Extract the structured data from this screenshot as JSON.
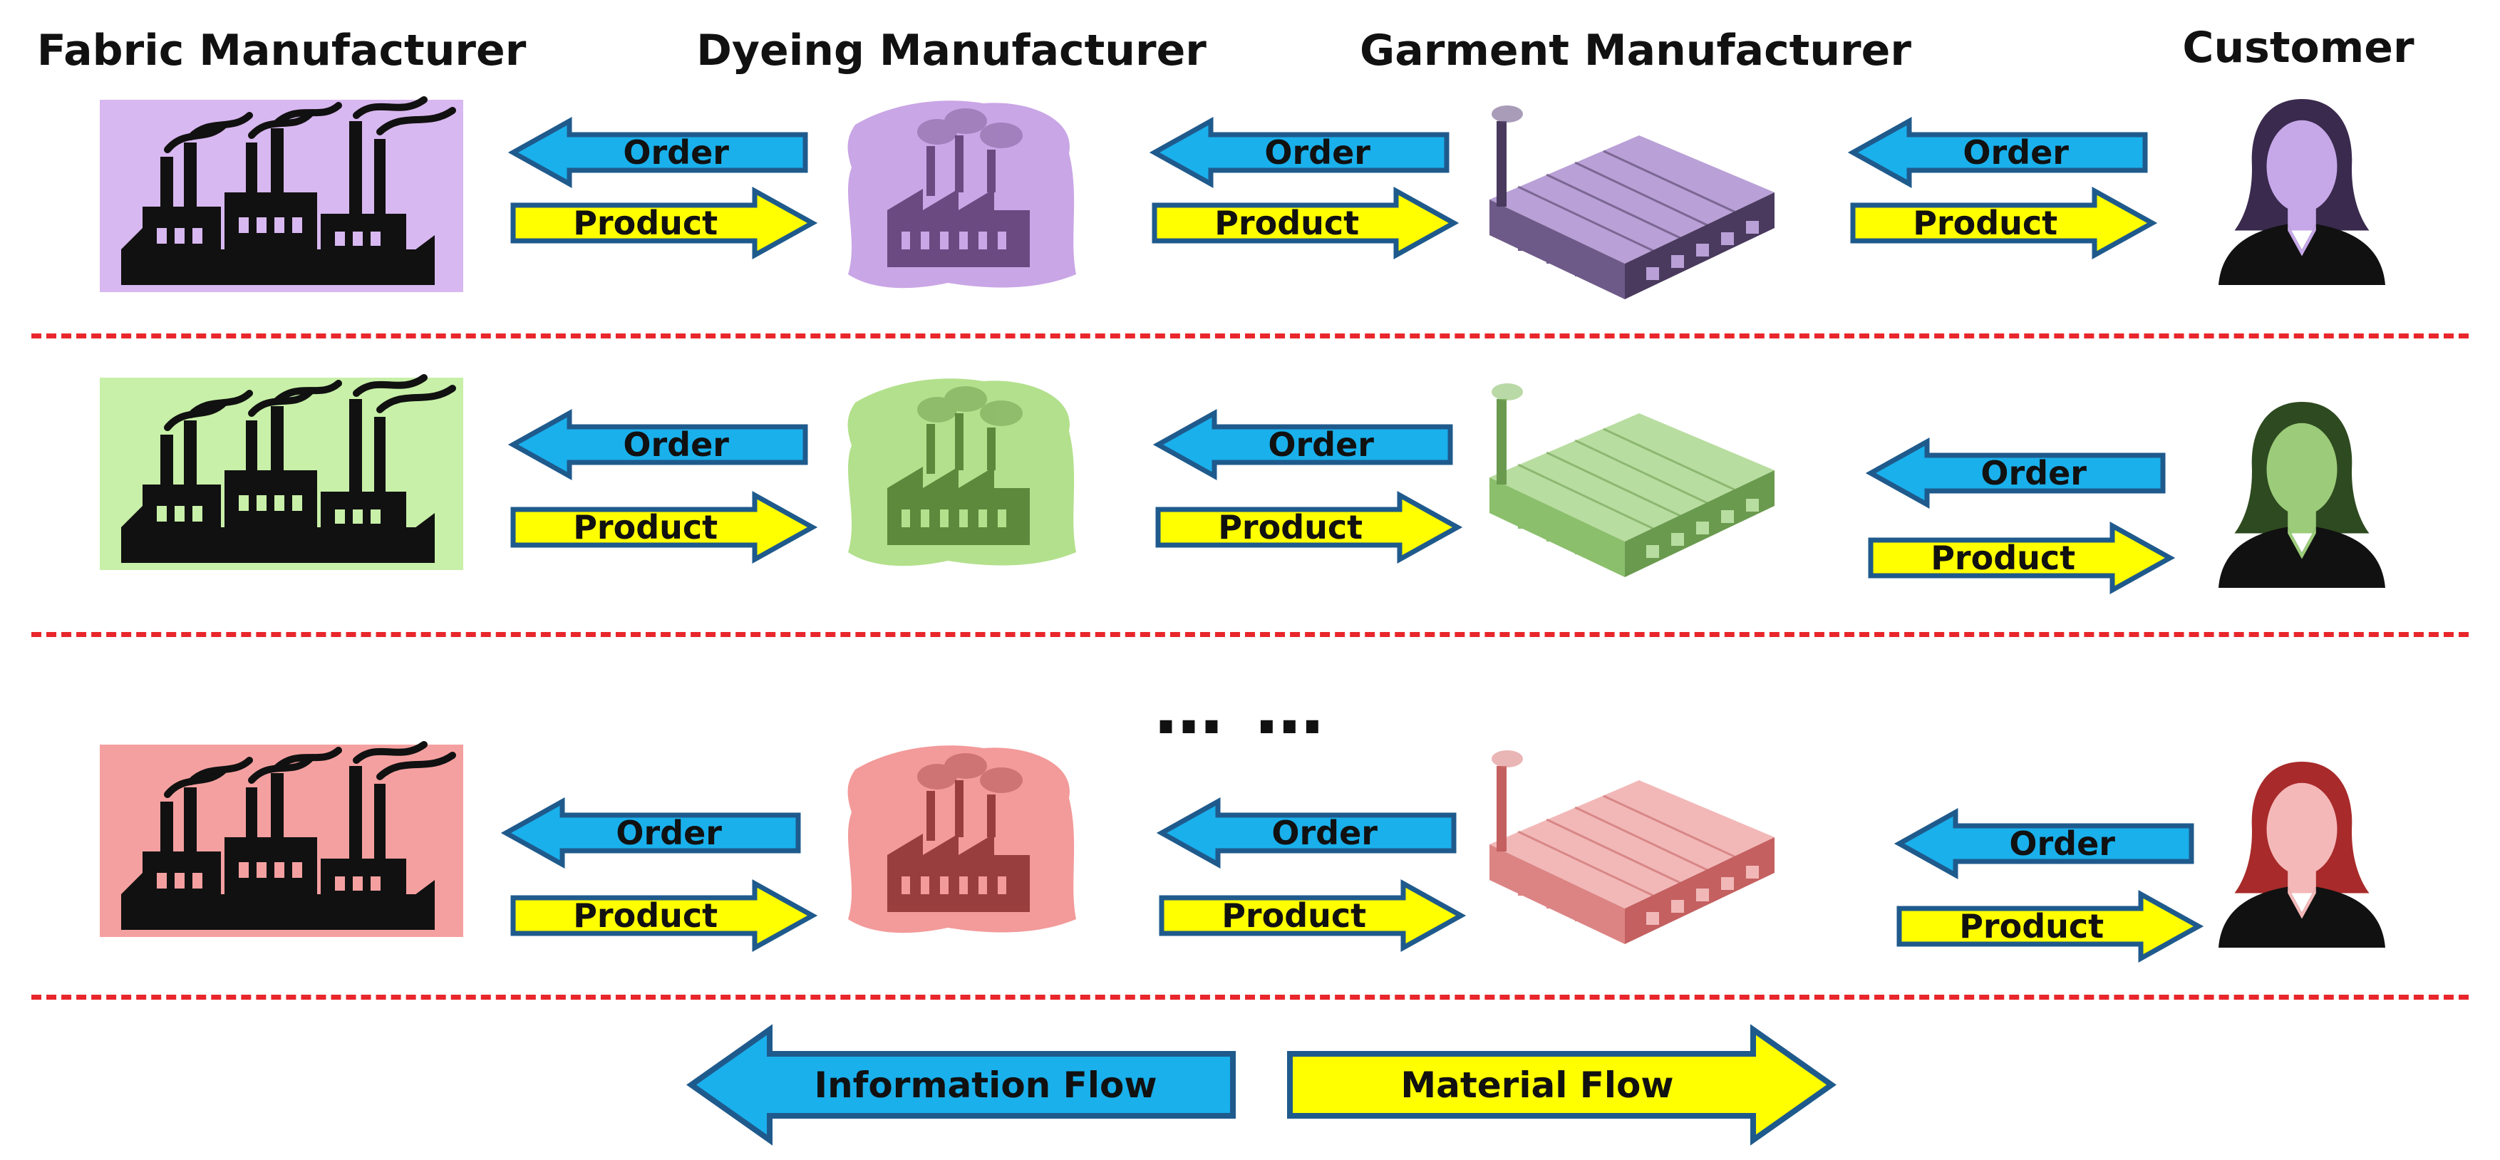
{
  "headers": {
    "fabric": "Fabric Manufacturer",
    "dyeing": "Dyeing Manufacturer",
    "garment": "Garment Manufacturer",
    "customer": "Customer"
  },
  "arrow_labels": {
    "order": "Order",
    "product": "Product"
  },
  "ellipsis": "… …",
  "legend": {
    "information_flow": "Information Flow",
    "material_flow": "Material Flow"
  },
  "colors": {
    "order_fill": "#1ab0ec",
    "product_fill": "#ffff00",
    "arrow_stroke": "#1f5a8c",
    "divider": "#e8262b",
    "row1_tint": "#d8b8f0",
    "row2_tint": "#c8f0a8",
    "row3_tint": "#f5a0a0"
  },
  "icons": {
    "fabric": "factory-icon",
    "dyeing": "smoke-factory-icon",
    "garment": "warehouse-icon",
    "customer": "person-icon"
  }
}
